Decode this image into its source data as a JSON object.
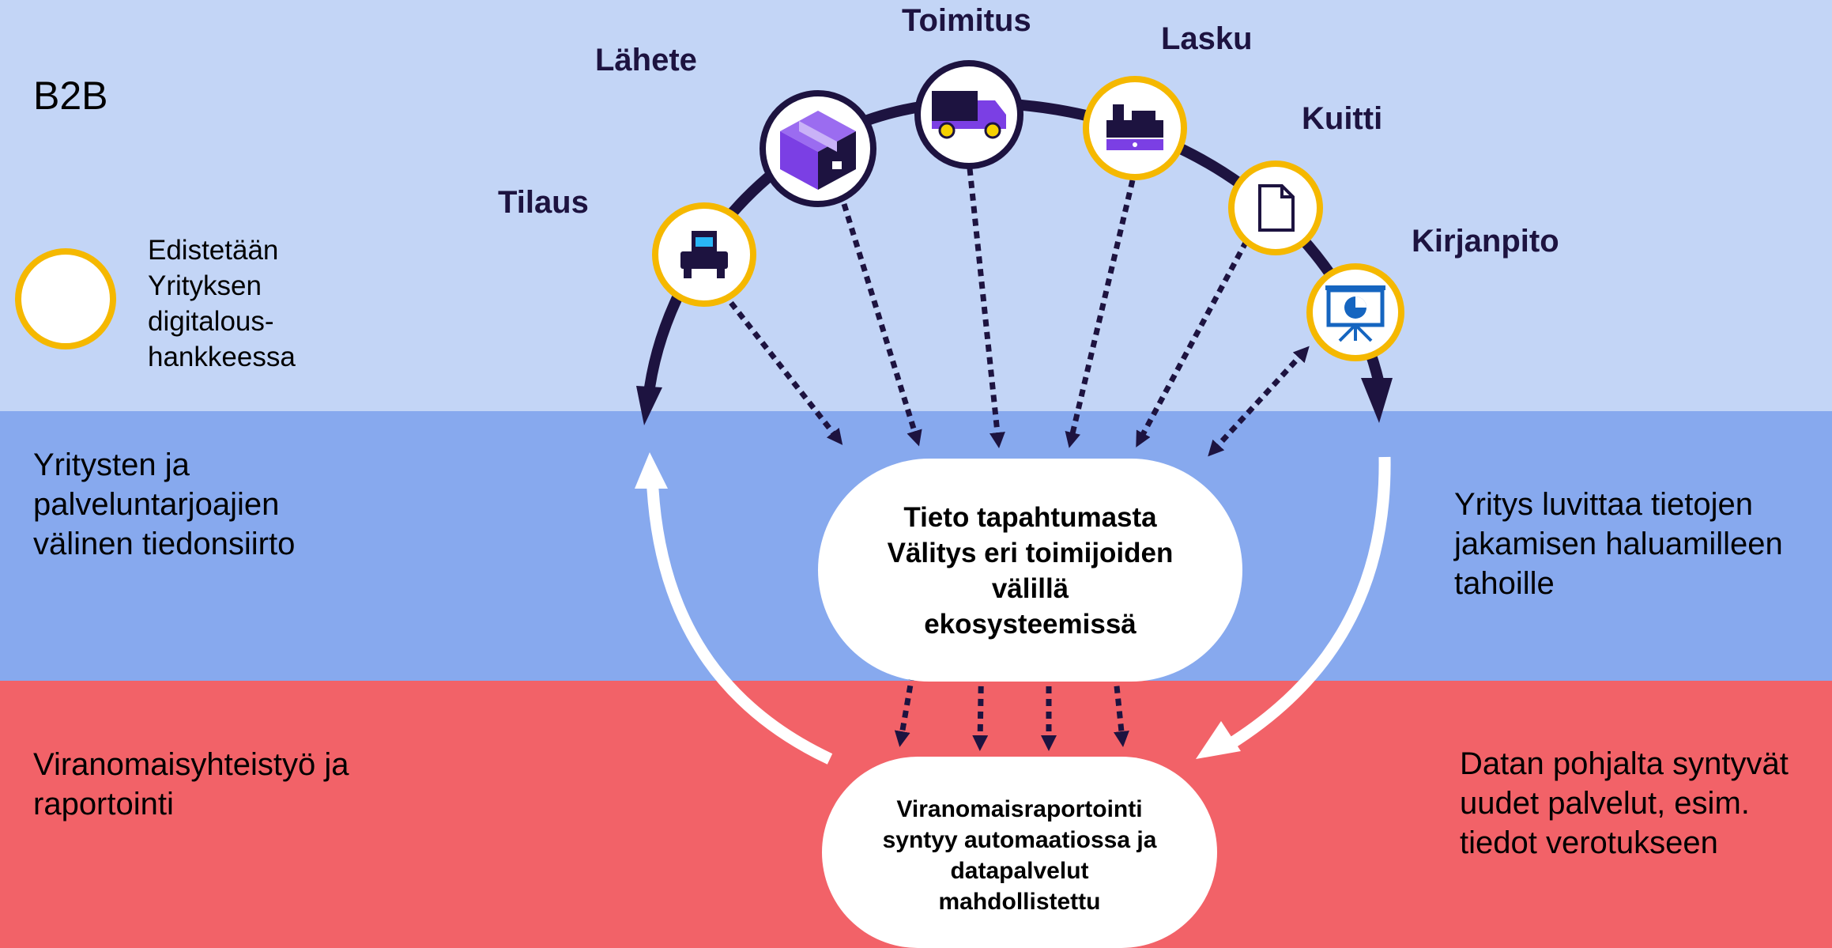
{
  "title": "B2B",
  "legend": {
    "text_lines": [
      "Edistetään",
      "Yrityksen",
      "digitalous-",
      "hankkeessa"
    ]
  },
  "left_texts": {
    "middle": [
      "Yritysten ja",
      "palveluntarjoajien",
      "välinen tiedonsiirto"
    ],
    "bottom": [
      "Viranomaisyhteistyö ja",
      "raportointi"
    ]
  },
  "right_texts": {
    "middle": [
      "Yritys luvittaa tietojen",
      "jakamisen haluamilleen",
      "tahoille"
    ],
    "bottom": [
      "Datan pohjalta syntyvät",
      "uudet palvelut, esim.",
      "tiedot verotukseen"
    ]
  },
  "process_steps": [
    {
      "label": "Tilaus",
      "icon": "printer-icon",
      "highlighted": true
    },
    {
      "label": "Lähete",
      "icon": "package-icon",
      "highlighted": false
    },
    {
      "label": "Toimitus",
      "icon": "truck-icon",
      "highlighted": false
    },
    {
      "label": "Lasku",
      "icon": "cash-register-icon",
      "highlighted": true
    },
    {
      "label": "Kuitti",
      "icon": "document-icon",
      "highlighted": true
    },
    {
      "label": "Kirjanpito",
      "icon": "presentation-icon",
      "highlighted": true
    }
  ],
  "hub": {
    "lines": [
      "Tieto tapahtumasta",
      "Välitys eri toimijoiden",
      "välillä",
      "ekosysteemissä"
    ]
  },
  "authority": {
    "lines": [
      "Viranomaisraportointi",
      "syntyy automaatiossa ja",
      "datapalvelut",
      "mahdollistettu"
    ]
  },
  "colors": {
    "top_band": "#c3d5f6",
    "middle_band": "#87a9ee",
    "bottom_band": "#f26268",
    "highlight_ring": "#f5b800",
    "arc": "#1d1340",
    "icon_purple": "#7b3fe4",
    "icon_blue": "#1565c0"
  }
}
